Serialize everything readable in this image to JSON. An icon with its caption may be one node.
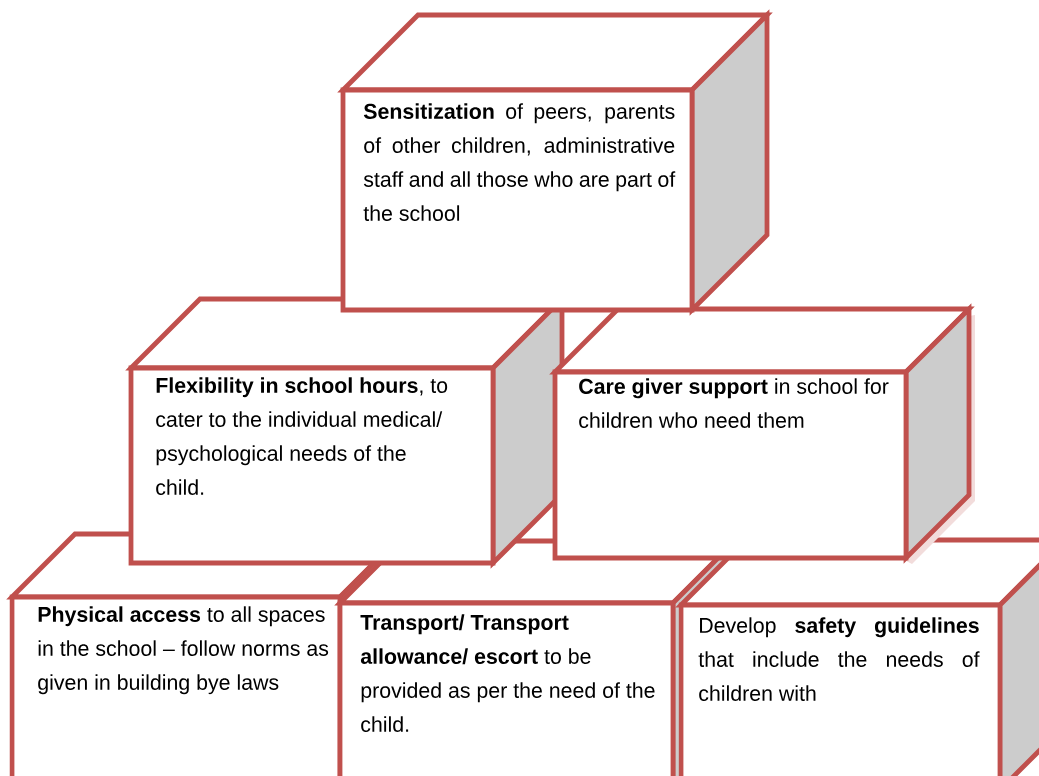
{
  "diagram": {
    "nodes": [
      {
        "text": [
          "**Sensitization** of peers, parents of other children, administrative staff and all those who are part of the school"
        ]
      },
      {
        "text": [
          "**Flexibility in school hours**, to cater to the individual medical/ psychological needs of the child."
        ]
      },
      {
        "text": [
          "**Care giver support** in school for children who need them"
        ]
      },
      {
        "text": [
          "**Physical access** to all spaces in the school – follow norms as given in building bye laws"
        ]
      },
      {
        "text": [
          "**Transport/ Transport allowance/ escort** to be provided as per the need of the child."
        ]
      },
      {
        "text": [
          "Develop **safety guidelines** that include the needs of children with"
        ]
      }
    ]
  }
}
